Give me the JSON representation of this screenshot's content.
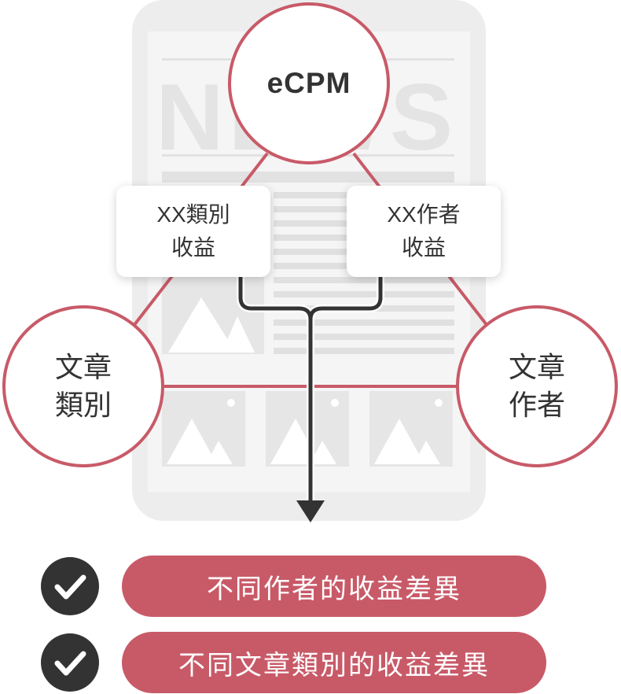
{
  "nodes": {
    "ecpm": "eCPM",
    "category": "文章\n類別",
    "author": "文章\n作者"
  },
  "cards": {
    "category_revenue": "XX類別\n收益",
    "author_revenue": "XX作者\n收益"
  },
  "background": {
    "masthead": "NEWS"
  },
  "results": [
    "不同作者的收益差異",
    "不同文章類別的收益差異"
  ],
  "colors": {
    "accent": "#c85a68",
    "dark": "#333333",
    "phone_gray": "#ececec"
  },
  "icons": {
    "check": "check-icon",
    "arrow": "arrow-down-icon"
  }
}
